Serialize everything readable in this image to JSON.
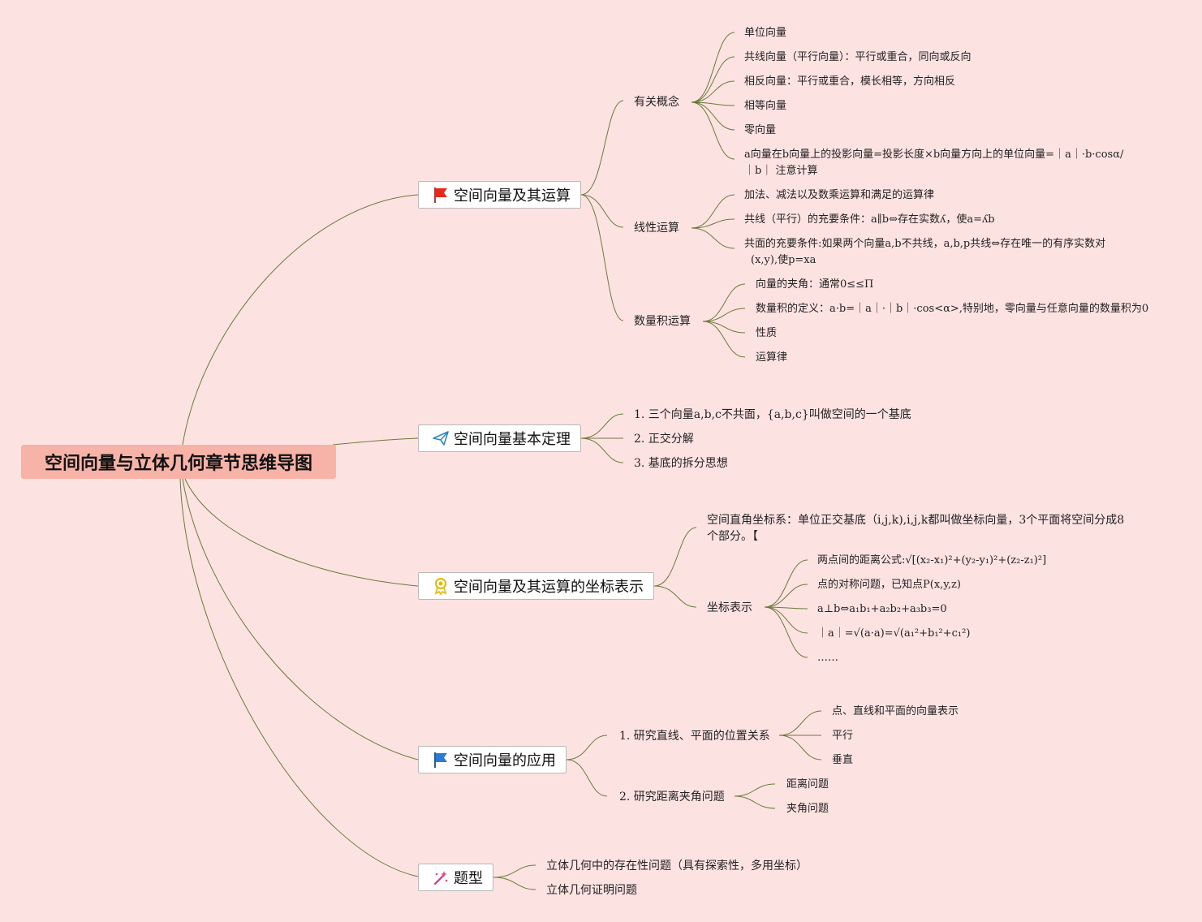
{
  "root": {
    "label": "空间向量与立体几何章节思维导图"
  },
  "branches": [
    {
      "label": "空间向量及其运算",
      "icon": "red-flag-icon",
      "children": [
        {
          "label": "有关概念",
          "items": [
            "单位向量",
            "共线向量（平行向量）：平行或重合，同向或反向",
            "相反向量：平行或重合，模长相等，方向相反",
            "相等向量",
            "零向量",
            "a向量在b向量上的投影向量=投影长度×b向量方向上的单位向量=｜a｜·b·cosα/",
            "｜b｜ 注意计算"
          ]
        },
        {
          "label": "线性运算",
          "items": [
            "加法、减法以及数乘运算和满足的运算律",
            "共线（平行）的充要条件：a∥b⇔存在实数ʎ，使a=ʎb",
            "共面的充要条件:如果两个向量a,b不共线，a,b,p共线⇔存在唯一的有序实数对",
            "(x,y),使p=xa"
          ]
        },
        {
          "label": "数量积运算",
          "items": [
            "向量的夹角：通常0≤≤Π",
            "数量积的定义：a·b=｜a｜·｜b｜·cos<α>,特别地，零向量与任意向量的数量积为0",
            "性质",
            "运算律"
          ]
        }
      ]
    },
    {
      "label": "空间向量基本定理",
      "icon": "paper-plane-icon",
      "items": [
        "1. 三个向量a,b,c不共面，{a,b,c}叫做空间的一个基底",
        "2. 正交分解",
        "3. 基底的拆分思想"
      ]
    },
    {
      "label": "空间向量及其运算的坐标表示",
      "icon": "award-ribbon-icon",
      "system": [
        "空间直角坐标系：单位正交基底（i,j,k),i,j,k都叫做坐标向量，3个平面将空间分成8",
        "个部分。【"
      ],
      "coord": {
        "label": "坐标表示",
        "items": [
          "两点间的距离公式:√[(x₂-x₁)²+(y₂-y₁)²+(z₂-z₁)²]",
          "点的对称问题，已知点P(x,y,z)",
          "a⊥b⇔a₁b₁+a₂b₂+a₃b₃=0",
          "｜a｜=√(a·a)=√(a₁²+b₁²+c₁²)",
          "……"
        ]
      }
    },
    {
      "label": "空间向量的应用",
      "icon": "blue-flag-icon",
      "children": [
        {
          "label": "1. 研究直线、平面的位置关系",
          "items": [
            "点、直线和平面的向量表示",
            "平行",
            "垂直"
          ]
        },
        {
          "label": "2. 研究距离夹角问题",
          "items": [
            "距离问题",
            "夹角问题"
          ]
        }
      ]
    },
    {
      "label": "题型",
      "icon": "magic-wand-icon",
      "items": [
        "立体几何中的存在性问题（具有探索性，多用坐标）",
        "立体几何证明问题"
      ]
    }
  ],
  "colors": {
    "background": "#fde2e2",
    "root_fill": "#f7b3a8",
    "connector": "#6b7a3a"
  }
}
